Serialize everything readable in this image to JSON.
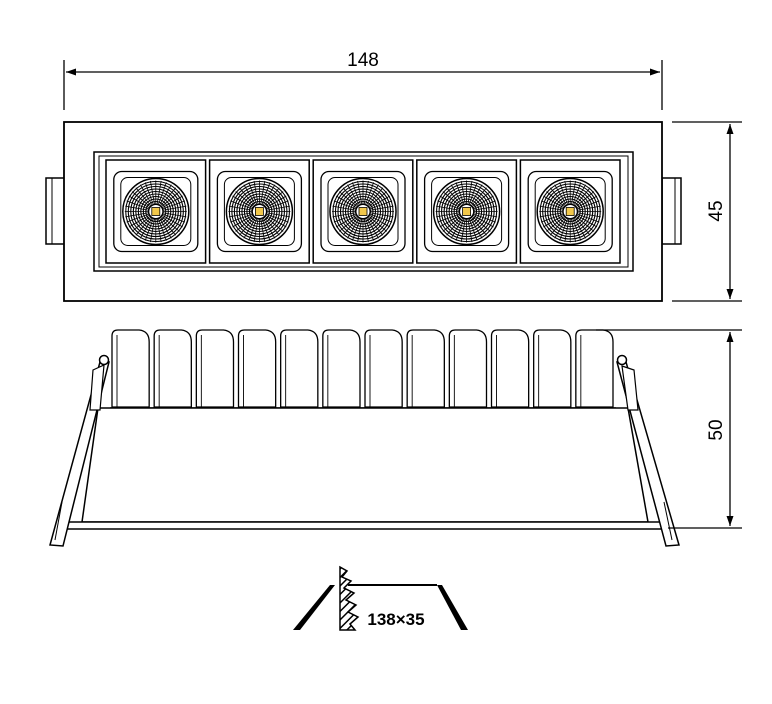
{
  "dimensions": {
    "width": "148",
    "height": "45",
    "depth": "50",
    "cutout": "138×35"
  },
  "modules": {
    "count": 5
  },
  "fins": {
    "count": 12
  },
  "colors": {
    "line": "#000000",
    "led": "#f2c84b",
    "background": "#ffffff"
  },
  "icons": {
    "cutout_symbol": "ceiling-cutout-icon"
  }
}
